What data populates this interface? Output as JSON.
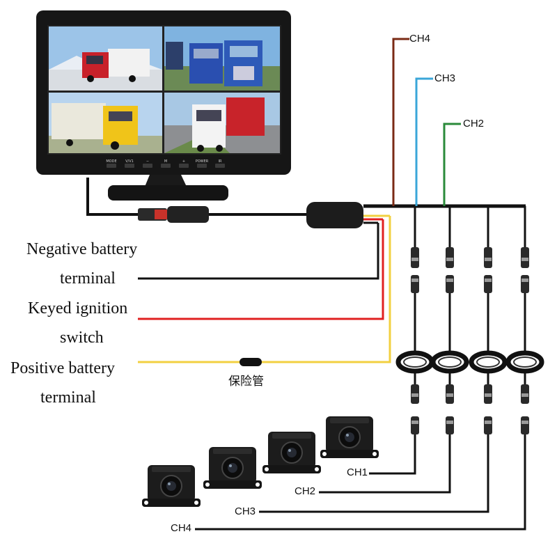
{
  "monitor": {
    "buttons": [
      "MODE",
      "V/V1",
      "−",
      "M",
      "+",
      "POWER",
      "IR"
    ],
    "screen_quadrants": [
      "red-truck-photo",
      "blue-trucks-photo",
      "yellow-truck-photo",
      "white-truck-photo"
    ]
  },
  "power_wires": [
    {
      "line1": "Negative battery",
      "line2": "terminal",
      "color": "#111111"
    },
    {
      "line1": "Keyed ignition",
      "line2": "switch",
      "color": "#e02020"
    },
    {
      "line1": "Positive battery",
      "line2": "terminal",
      "color": "#f2d040"
    }
  ],
  "fuse_label": "保险管",
  "video_inputs": [
    {
      "label": "CH4",
      "color": "#7a2a14"
    },
    {
      "label": "CH3",
      "color": "#3aa6d8"
    },
    {
      "label": "CH2",
      "color": "#2a8a3a"
    }
  ],
  "cameras": [
    {
      "label": "CH1"
    },
    {
      "label": "CH2"
    },
    {
      "label": "CH3"
    },
    {
      "label": "CH4"
    }
  ],
  "colors": {
    "cable": "#111111",
    "connector": "#9a9a9a",
    "bezel": "#1a1a1a"
  }
}
